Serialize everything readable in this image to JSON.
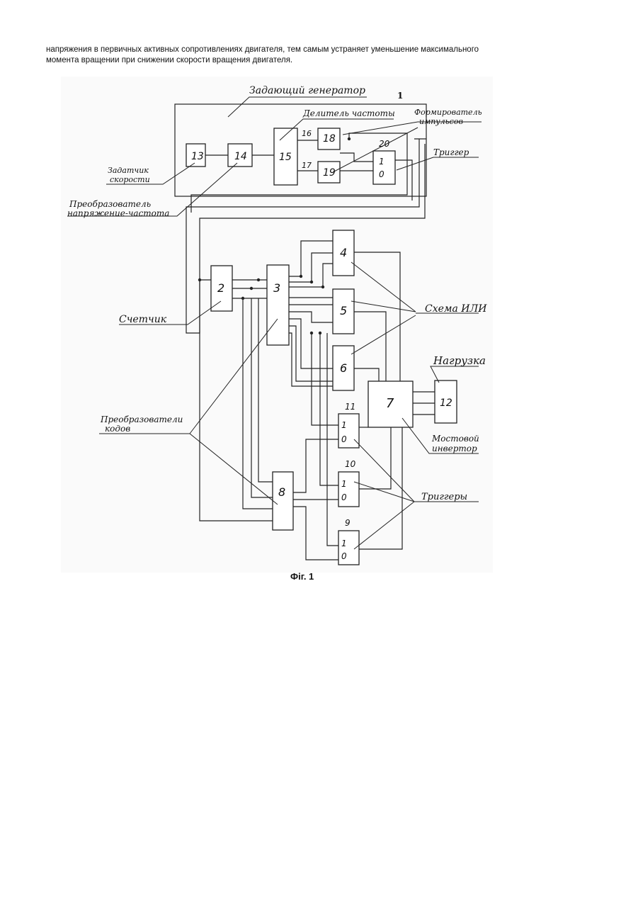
{
  "paragraph": {
    "line1": "напряжения в первичных активных сопротивлениях двигателя, тем самым устраняет уменьшение максимального",
    "line2": "момента вращении при снижении скорости вращения двигателя."
  },
  "figure": {
    "caption": "Фіг. 1",
    "labels": {
      "master_generator": "Задающий генератор",
      "master_generator_num": "1",
      "freq_divider": "Делитель частоты",
      "pulse_former_1": "Формирователь",
      "pulse_former_2": "импульсов",
      "trigger": "Триггер",
      "speed_setter_1": "Задатчик",
      "speed_setter_2": "скорости",
      "vf_converter_1": "Преобразователь",
      "vf_converter_2": "напряжение-частота",
      "counter": "Счетчик",
      "or_circuit": "Схема ИЛИ",
      "load": "Нагрузка",
      "code_converters_1": "Преобразователи",
      "code_converters_2": "кодов",
      "bridge_inverter_1": "Мостовой",
      "bridge_inverter_2": "инвертор",
      "triggers": "Триггеры"
    },
    "blocks": {
      "b2": "2",
      "b3": "3",
      "b4": "4",
      "b5": "5",
      "b6": "6",
      "b7": "7",
      "b8": "8",
      "b9": "9",
      "b10": "10",
      "b11": "11",
      "b12": "12",
      "b13": "13",
      "b14": "14",
      "b15": "15",
      "b18": "18",
      "b19": "19",
      "b20": "20"
    },
    "wires": {
      "w16": "16",
      "w17": "17"
    },
    "trigger_io": {
      "one": "1",
      "zero": "0"
    }
  }
}
